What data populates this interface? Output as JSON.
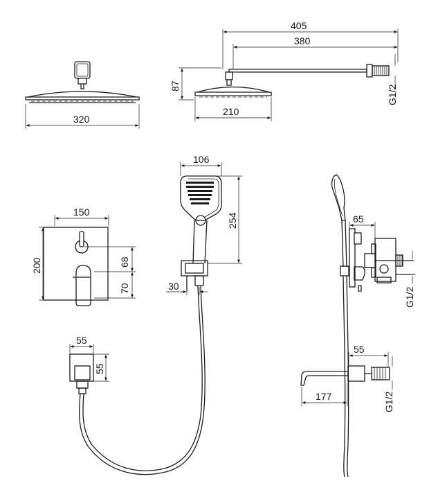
{
  "dimensions": {
    "arm_total": "405",
    "arm_length": "380",
    "arm_drop": "87",
    "shower_head_width": "320",
    "shower_head_side_width": "210",
    "wall_thread": "G1/2",
    "hand_shower_width": "106",
    "hand_shower_length": "254",
    "holder_width": "30",
    "mixer_plate_width": "150",
    "mixer_plate_height": "200",
    "mixer_upper_offset": "68",
    "mixer_lower_offset": "70",
    "mixer_depth": "65",
    "outlet_size_w": "55",
    "outlet_size_h": "55",
    "spout_depth": "55",
    "spout_length": "177",
    "spout_thread": "G1/2",
    "body_thread": "G1/2"
  }
}
